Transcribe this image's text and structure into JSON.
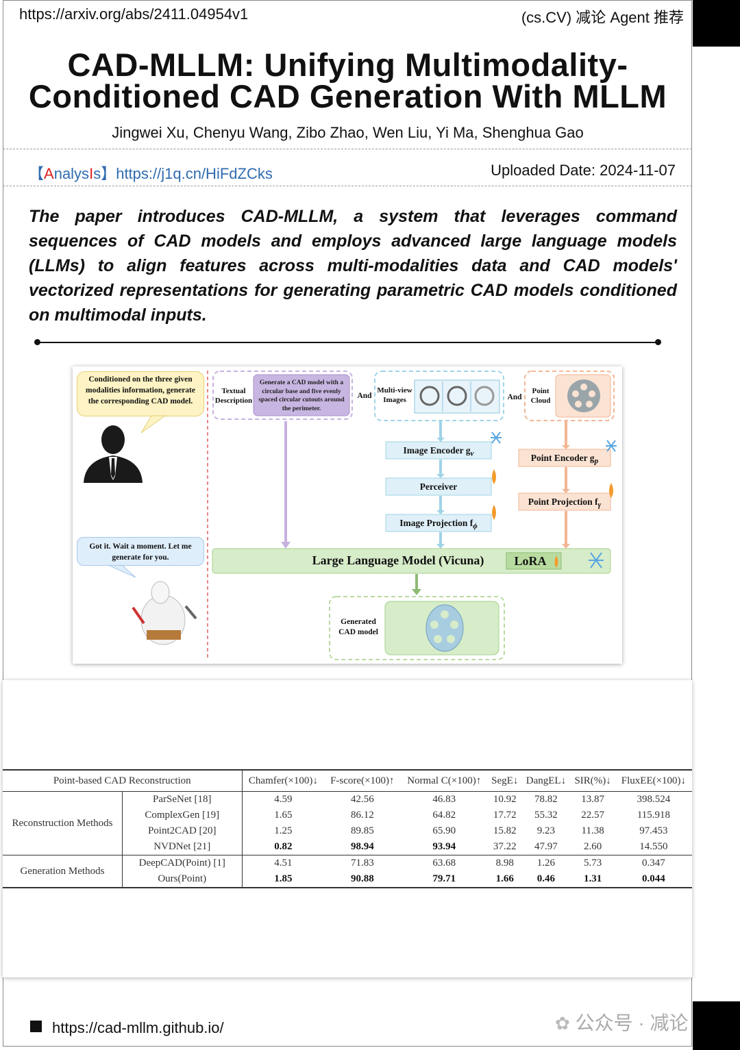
{
  "header": {
    "url": "https://arxiv.org/abs/2411.04954v1",
    "tag": "(cs.CV) 减论 Agent 推荐"
  },
  "paper": {
    "title_line1": "CAD-MLLM: Unifying Multimodality-",
    "title_line2": "Conditioned CAD Generation With MLLM",
    "authors": "Jingwei Xu, Chenyu Wang, Zibo Zhao, Wen Liu, Yi Ma, Shenghua Gao"
  },
  "analysis": {
    "bracket_open": "【",
    "label_a": "A",
    "label_mid": "nalys",
    "label_i": "I",
    "label_s": "s",
    "bracket_close": "】",
    "link": "https://j1q.cn/HiFdZCks",
    "uploaded": "Uploaded Date: 2024-11-07"
  },
  "abstract": "The paper introduces CAD-MLLM, a system that leverages command sequences of CAD models and employs advanced large language models (LLMs) to align features across multi-modalities data and CAD models' vectorized representations for generating parametric CAD models conditioned on multimodal inputs.",
  "figure": {
    "speech_top": "Conditioned on the three given modalities information, generate the corresponding CAD model.",
    "speech_bottom": "Got it. Wait a moment. Let me generate for you.",
    "textual_label": "Textual Description",
    "prompt": "Generate a CAD model with a circular base and five evenly spaced circular cutouts around the perimeter.",
    "and_1": "And",
    "multiview_label": "Multi-view Images",
    "and_2": "And",
    "point_cloud_label": "Point Cloud",
    "image_encoder": "Image Encoder g",
    "image_encoder_sub": "v",
    "perceiver": "Perceiver",
    "image_projection": "Image Projection f",
    "image_projection_sub": "ϕ",
    "point_encoder": "Point Encoder g",
    "point_encoder_sub": "p",
    "point_projection": "Point Projection f",
    "point_projection_sub": "γ",
    "llm": "Large Language Model (Vicuna)",
    "lora": "LoRA",
    "generated_label": "Generated CAD model",
    "colors": {
      "blue": "#9fd3e6",
      "orange": "#f7c9a8",
      "green": "#d7ecc9",
      "purple": "#c8b6e2"
    }
  },
  "table": {
    "header": [
      "Point-based CAD Reconstruction",
      "Chamfer(×100)↓",
      "F-score(×100)↑",
      "Normal C(×100)↑",
      "SegE↓",
      "DangEL↓",
      "SIR(%)↓",
      "FluxEE(×100)↓"
    ],
    "groups": [
      {
        "name": "Reconstruction Methods",
        "rows": [
          {
            "method": "ParSeNet [18]",
            "values": [
              "4.59",
              "42.56",
              "46.83",
              "10.92",
              "78.82",
              "13.87",
              "398.524"
            ],
            "bold": []
          },
          {
            "method": "ComplexGen [19]",
            "values": [
              "1.65",
              "86.12",
              "64.82",
              "17.72",
              "55.32",
              "22.57",
              "115.918"
            ],
            "bold": []
          },
          {
            "method": "Point2CAD [20]",
            "values": [
              "1.25",
              "89.85",
              "65.90",
              "15.82",
              "9.23",
              "11.38",
              "97.453"
            ],
            "bold": []
          },
          {
            "method": "NVDNet [21]",
            "values": [
              "0.82",
              "98.94",
              "93.94",
              "37.22",
              "47.97",
              "2.60",
              "14.550"
            ],
            "bold": [
              0,
              1,
              2
            ]
          }
        ]
      },
      {
        "name": "Generation Methods",
        "rows": [
          {
            "method": "DeepCAD(Point) [1]",
            "values": [
              "4.51",
              "71.83",
              "63.68",
              "8.98",
              "1.26",
              "5.73",
              "0.347"
            ],
            "bold": []
          },
          {
            "method": "Ours(Point)",
            "values": [
              "1.85",
              "90.88",
              "79.71",
              "1.66",
              "0.46",
              "1.31",
              "0.044"
            ],
            "bold": [
              0,
              1,
              2,
              3,
              4,
              5,
              6
            ]
          }
        ]
      }
    ]
  },
  "footer": {
    "url": "https://cad-mllm.github.io/",
    "watermark": "公众号 · 减论"
  }
}
